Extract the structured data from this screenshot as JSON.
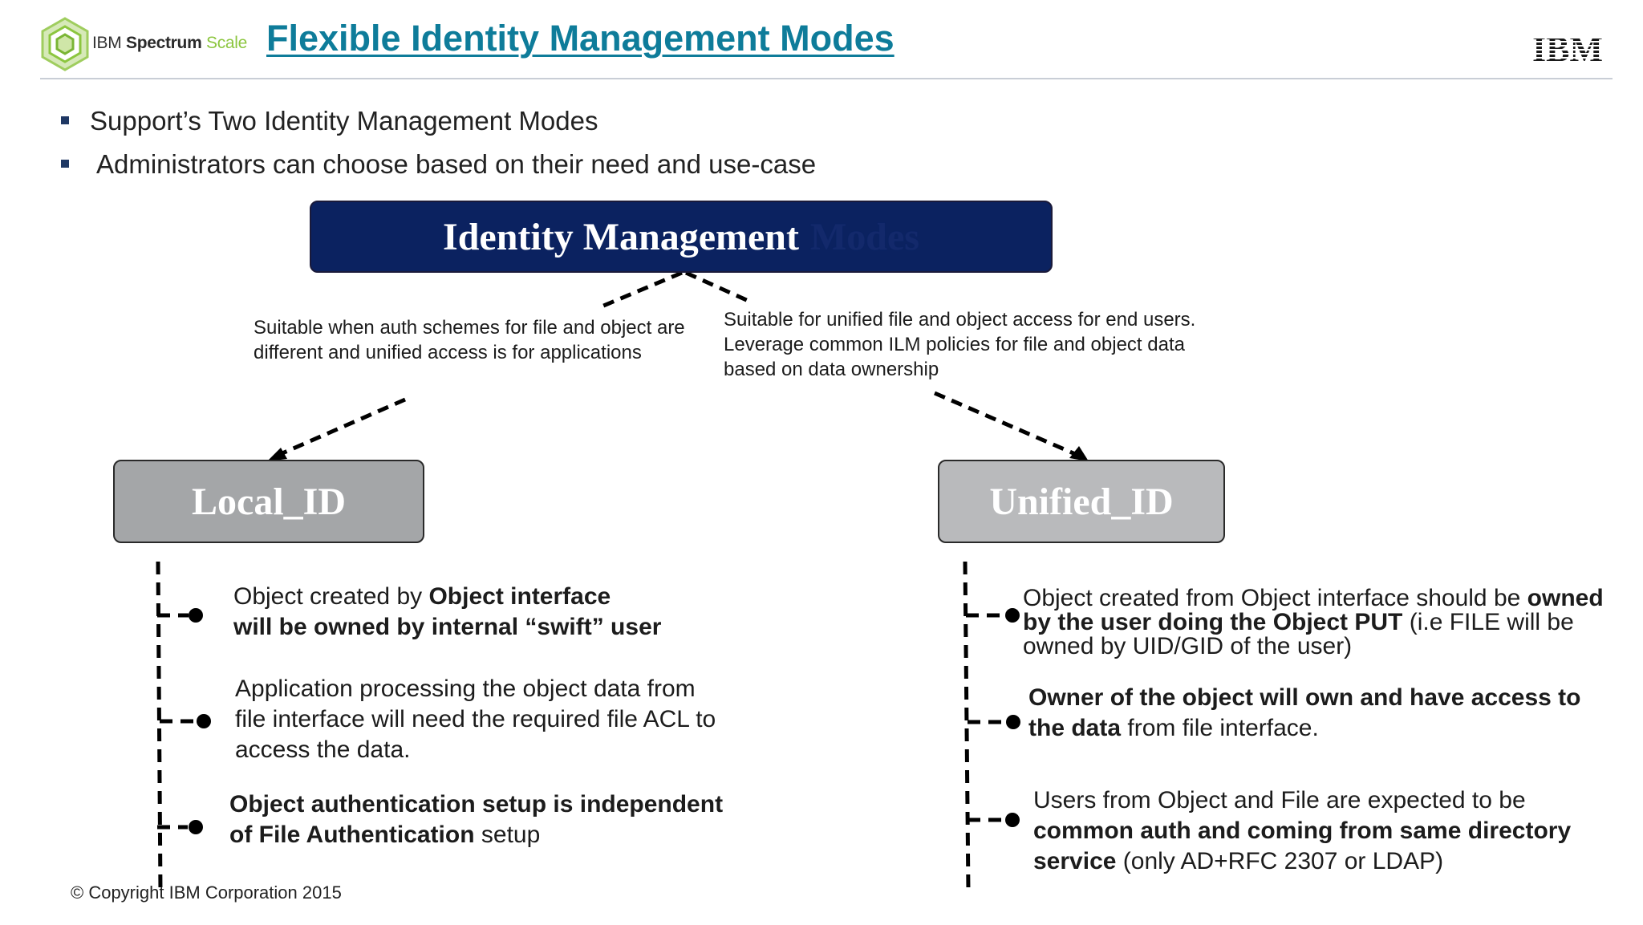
{
  "header": {
    "logo": {
      "brand": "IBM",
      "product": "Spectrum",
      "product_suffix": "Scale"
    },
    "title": "Flexible Identity Management Modes",
    "ibm_logo_text": "IBM"
  },
  "bullets": [
    "Support’s Two Identity Management Modes",
    "Administrators can choose based on their need and use-case"
  ],
  "diagram": {
    "root": {
      "label": "Identity Management",
      "label_faded": "Modes"
    },
    "local": {
      "label": "Local_ID",
      "note": "Suitable when auth schemes for file and object are different and unified access is for applications",
      "items": [
        {
          "t1": "Object created by ",
          "b1": "Object interface",
          "b2": "will be owned by internal “swift” user"
        },
        {
          "t1": "Application processing the object data from file interface will need the required file ACL to access the data."
        },
        {
          "b1": "Object authentication setup is independent of File Authentication",
          "t1": " setup"
        }
      ]
    },
    "unified": {
      "label": "Unified_ID",
      "note": "Suitable for unified file and object access for end users. Leverage common ILM policies for file and object data based on data ownership",
      "items": [
        {
          "t1": "Object created from Object interface should be ",
          "b1": "owned by the user doing the Object PUT",
          "t2": " (i.e FILE will be owned by UID/GID of the user)"
        },
        {
          "b1": "Owner of the object will own and have access to the data",
          "t1": " from file interface."
        },
        {
          "t1": "Users from Object and File are expected to be ",
          "b1": "common auth and coming from same directory service",
          "t2": " (only AD+RFC 2307 or LDAP)"
        }
      ]
    }
  },
  "footer": {
    "copyright": "© Copyright IBM Corporation 2015"
  },
  "colors": {
    "title": "#0e7c9a",
    "root_box": "#0b2260",
    "local_box": "#a4a6a8",
    "unified_box": "#b9babc",
    "logo_green": "#8cc63f"
  }
}
